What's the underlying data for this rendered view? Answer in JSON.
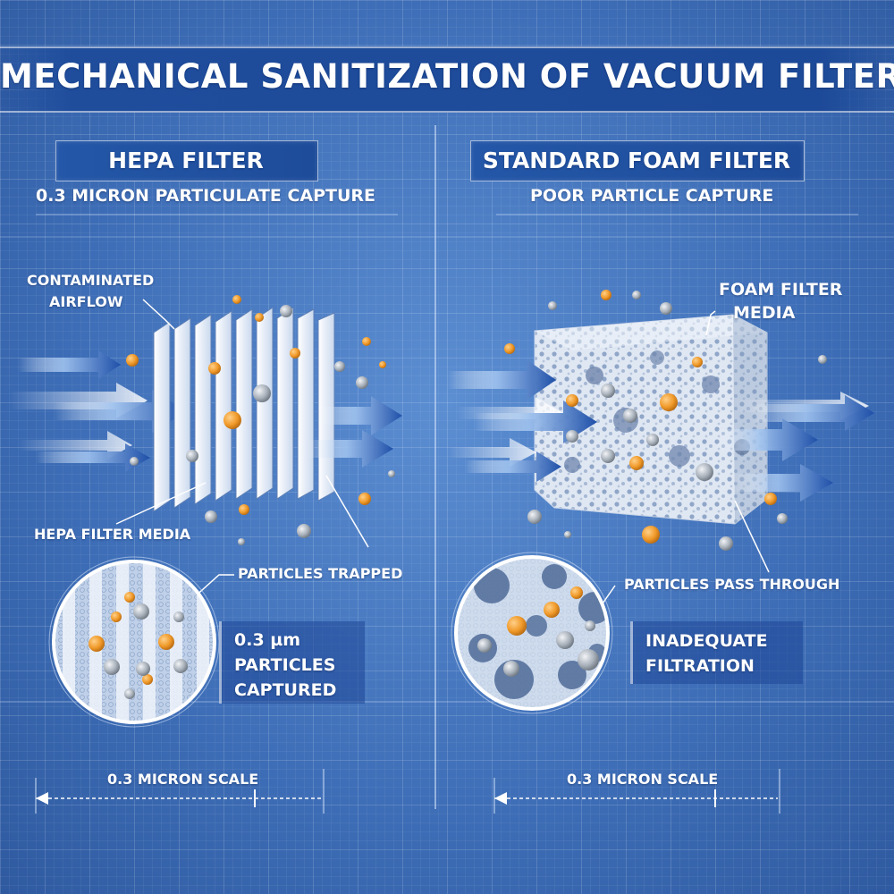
{
  "title": "MECHANICAL SANITIZATION OF VACUUM FILTERS",
  "left": {
    "header": "HEPA FILTER",
    "subtitle": "0.3 MICRON PARTICULATE CAPTURE",
    "label_airflow_1": "CONTAMINATED",
    "label_airflow_2": "AIRFLOW",
    "label_media": "HEPA FILTER MEDIA",
    "label_trapped": "PARTICLES TRAPPED",
    "callout_1": "0.3 µm",
    "callout_2": "PARTICLES",
    "callout_3": "CAPTURED",
    "scale": "0.3 MICRON SCALE"
  },
  "right": {
    "header": "STANDARD FOAM FILTER",
    "subtitle": "POOR PARTICLE CAPTURE",
    "label_media_1": "FOAM FILTER",
    "label_media_2": "MEDIA",
    "label_pass": "PARTICLES PASS THROUGH",
    "callout_1": "INADEQUATE",
    "callout_2": "FILTRATION",
    "scale": "0.3 MICRON SCALE"
  },
  "colors": {
    "background": "#3f6fb9",
    "header_band": "#1f4d9c",
    "arrow": "#1e4fa8",
    "particle_orange": "#f09a2a",
    "particle_grey": "#a9b1bb",
    "filter_white": "#eef3fa"
  }
}
